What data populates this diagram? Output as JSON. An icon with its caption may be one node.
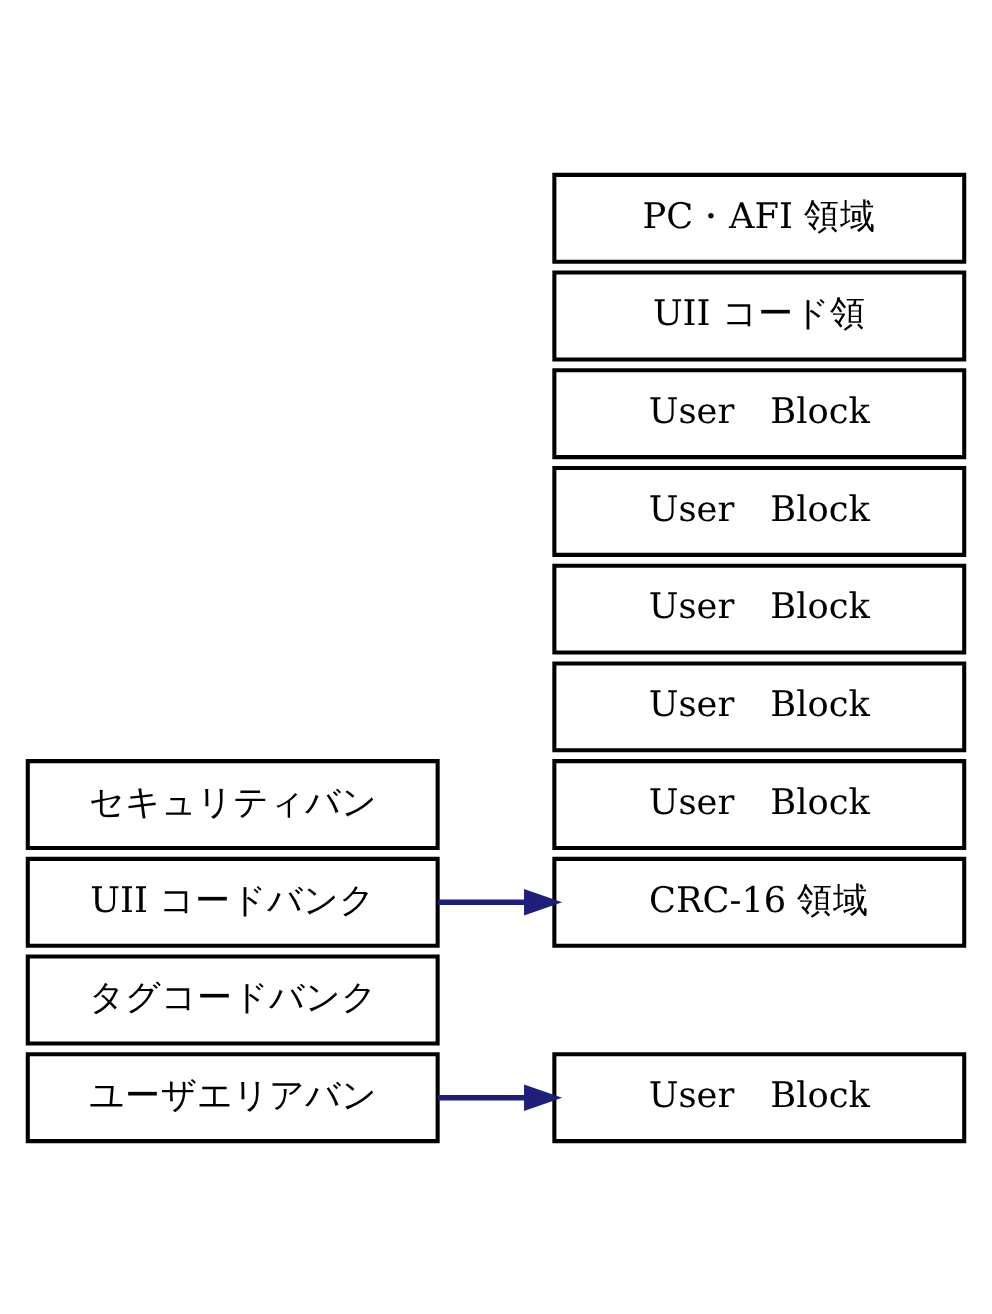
{
  "diagram": {
    "nodes": [
      {
        "text": [
          "セキュリティバン"
        ]
      },
      {
        "text": [
          "UII コードバンク"
        ]
      },
      {
        "text": [
          "タグコードバンク"
        ]
      },
      {
        "text": [
          "ユーザエリアバン"
        ]
      },
      {
        "text": [
          "CRC-16 領域"
        ]
      },
      {
        "text": [
          "PC・AFI 領域"
        ]
      },
      {
        "text": [
          "UII コード領"
        ]
      },
      {
        "text": [
          "User　Block"
        ]
      },
      {
        "text": [
          "User　Block"
        ]
      },
      {
        "text": [
          "User　Block"
        ]
      },
      {
        "text": [
          "User　Block"
        ]
      },
      {
        "text": [
          "User　Block"
        ]
      },
      {
        "text": [
          "User　Block"
        ]
      }
    ],
    "edges": [
      {
        "from": 1,
        "to": 4,
        "arrow": "to"
      },
      {
        "from": 3,
        "to": 7,
        "arrow": "to"
      }
    ]
  }
}
